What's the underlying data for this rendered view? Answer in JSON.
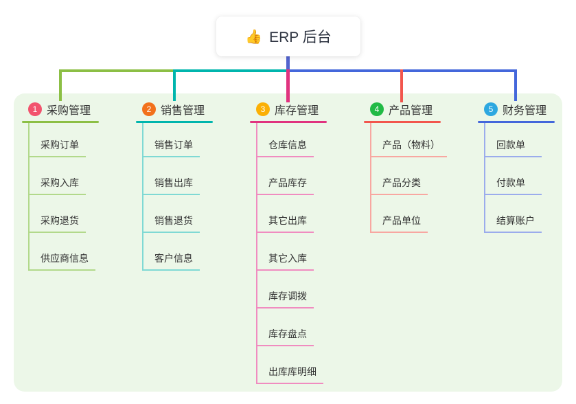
{
  "root": {
    "icon": "👍",
    "title": "ERP 后台"
  },
  "colors": {
    "canvas_bg": "#ffffff",
    "panel_bg": "#ecf7e8",
    "card_bg": "#ffffff",
    "root_line": "#5364cf",
    "title_text": "#2f3542",
    "node_text": "#333333",
    "badge_text": "#ffffff"
  },
  "branches": [
    {
      "badge": "1",
      "badge_color": "#f2536d",
      "title": "采购管理",
      "line_color": "#8cbf45",
      "sub_line_color": "#b2d98b",
      "items": [
        "采购订单",
        "采购入库",
        "采购退货",
        "供应商信息"
      ]
    },
    {
      "badge": "2",
      "badge_color": "#f2711c",
      "title": "销售管理",
      "line_color": "#00b5ad",
      "sub_line_color": "#7fd9d4",
      "items": [
        "销售订单",
        "销售出库",
        "销售退货",
        "客户信息"
      ]
    },
    {
      "badge": "3",
      "badge_color": "#fbb005",
      "title": "库存管理",
      "line_color": "#e0337f",
      "sub_line_color": "#f08cc0",
      "items": [
        "仓库信息",
        "产品库存",
        "其它出库",
        "其它入库",
        "库存调拨",
        "库存盘点",
        "出库库明细"
      ]
    },
    {
      "badge": "4",
      "badge_color": "#21ba45",
      "title": "产品管理",
      "line_color": "#f2564d",
      "sub_line_color": "#f8a7a1",
      "items": [
        "产品（物料）",
        "产品分类",
        "产品单位"
      ]
    },
    {
      "badge": "5",
      "badge_color": "#2da8e0",
      "title": "财务管理",
      "line_color": "#4467db",
      "sub_line_color": "#9bacec",
      "items": [
        "回款单",
        "付款单",
        "结算账户"
      ]
    }
  ]
}
